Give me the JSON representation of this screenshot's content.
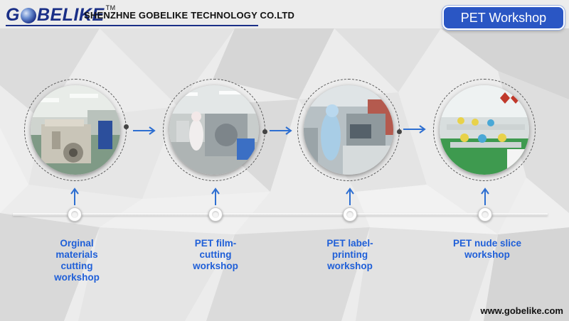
{
  "header": {
    "logo": "GOBELIKE",
    "logo_parts": [
      "G",
      "BELIKE"
    ],
    "tm": "TM",
    "company": "SHENZHNE GOBELIKE TECHNOLOGY CO.LTD"
  },
  "badge": "PET Workshop",
  "steps": [
    {
      "label": "Orginal\nmaterials\ncutting\nworkshop",
      "photo": "raw-material-cutting-machine-photo"
    },
    {
      "label": "PET film-\ncutting\nworkshop",
      "photo": "film-cutting-cleanroom-photo"
    },
    {
      "label": "PET label-\nprinting\nworkshop",
      "photo": "label-printing-operator-photo"
    },
    {
      "label": "PET nude slice\nworkshop",
      "photo": "nude-slice-assembly-line-photo"
    }
  ],
  "footer": {
    "url": "www.gobelike.com"
  },
  "colors": {
    "brand": "#1a2f87",
    "badge": "#2a56c4",
    "label": "#1f5fd8",
    "arrow": "#2e6fd1"
  }
}
